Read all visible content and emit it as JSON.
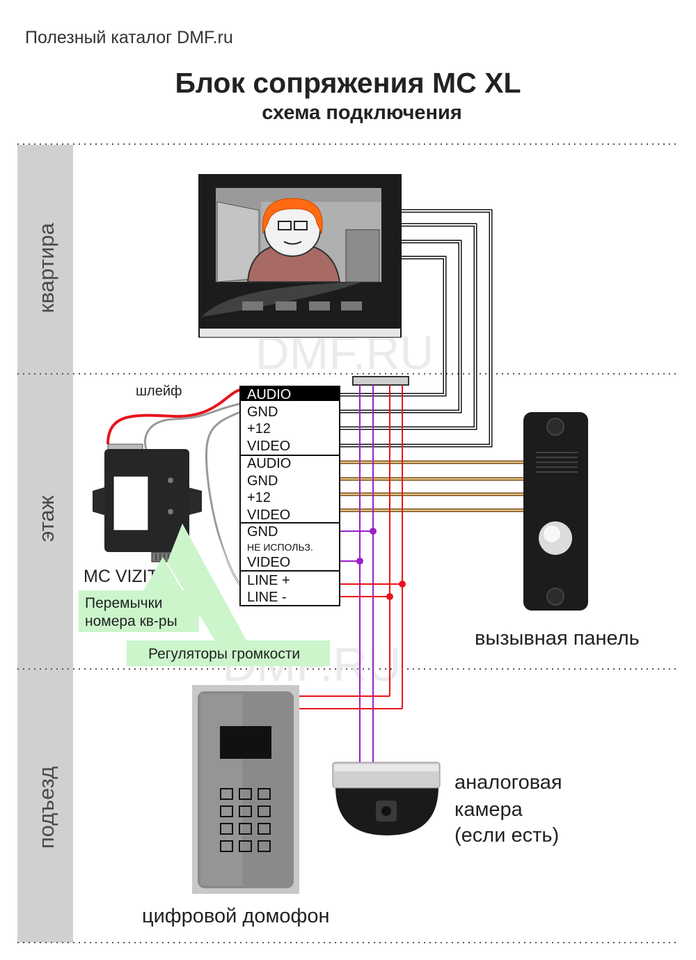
{
  "site_caption": "Полезный каталог DMF.ru",
  "title": "Блок сопряжения MC XL",
  "subtitle": "схема подключения",
  "watermark": "DMF.RU",
  "zones": [
    "квартира",
    "этаж",
    "подъезд"
  ],
  "loop_label": "шлейф",
  "terminals": {
    "monitor": [
      "AUDIO",
      "GND",
      "+12",
      "VIDEO"
    ],
    "panel": [
      "AUDIO",
      "GND",
      "+12",
      "VIDEO"
    ],
    "camera": [
      "GND",
      "НЕ ИСПОЛЬЗ.",
      "VIDEO"
    ],
    "line": [
      "LINE +",
      "LINE -"
    ]
  },
  "devices": {
    "module_name": "MC VIZIT",
    "jumpers_note_line1": "Перемычки",
    "jumpers_note_line2": "номера кв-ры",
    "volume_note": "Регуляторы громкости",
    "call_panel": "вызывная панель",
    "camera_line1": "аналоговая",
    "camera_line2": "камера",
    "camera_line3": "(если есть)",
    "intercom": "цифровой домофон"
  },
  "colors": {
    "monitor_wires": "#111111",
    "panel_wires": "#7a4a14",
    "camera_wires": "#9b1fc9",
    "line_wires": "#e8141c",
    "note_bg": "#ccf5cc",
    "zone_bar": "#d0d0d0"
  }
}
